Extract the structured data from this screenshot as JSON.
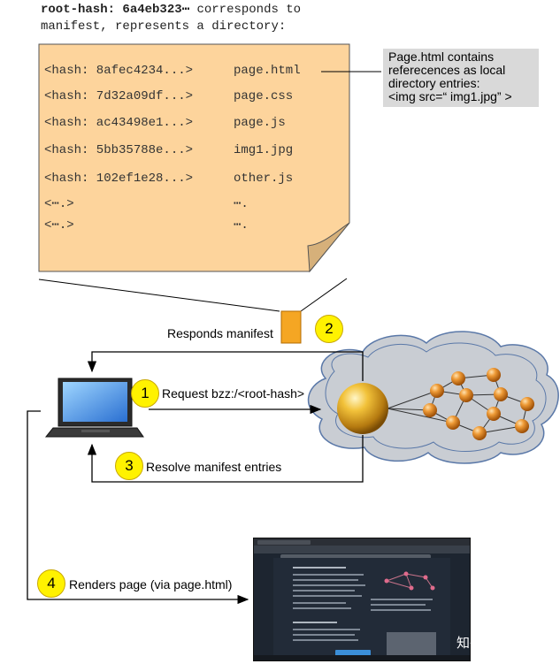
{
  "caption": {
    "bold": "root-hash: 6a4eb323⋯",
    "rest_line1": " corresponds to",
    "line2": "manifest, represents a directory:"
  },
  "manifest": {
    "entries": [
      {
        "hash": "<hash: 8afec4234...>",
        "name": "page.html"
      },
      {
        "hash": "<hash: 7d32a09df...>",
        "name": "page.css"
      },
      {
        "hash": "<hash: ac43498e1...>",
        "name": "page.js"
      },
      {
        "hash": "<hash: 5bb35788e...>",
        "name": "img1.jpg"
      },
      {
        "hash": "<hash: 102ef1e28...>",
        "name": "other.js"
      },
      {
        "hash": "<⋯.>",
        "name": "⋯."
      },
      {
        "hash": "<⋯.>",
        "name": "⋯."
      }
    ]
  },
  "callout": {
    "line1": "Page.html contains",
    "line2": "referecences as local",
    "line3": "directory entries:",
    "line4": "<img src=“  img1.jpg” >"
  },
  "steps": {
    "s1": {
      "num": "1",
      "label": "Request bzz:/<root-hash>"
    },
    "s2": {
      "num": "2",
      "label": "Responds manifest"
    },
    "s3": {
      "num": "3",
      "label": "Resolve manifest entries"
    },
    "s4": {
      "num": "4",
      "label": "Renders page (via page.html)"
    }
  },
  "watermark": "知乎 @画雨",
  "colors": {
    "paper": "#fdd49c",
    "paper_fold": "#d6b07a",
    "cloud": "#c9cdd3",
    "cloud_stroke": "#5a78a8",
    "node": "#e0902c",
    "step_badge": "#fff200",
    "doc_icon": "#f5a623",
    "callout_bg": "#d9d9d9"
  }
}
